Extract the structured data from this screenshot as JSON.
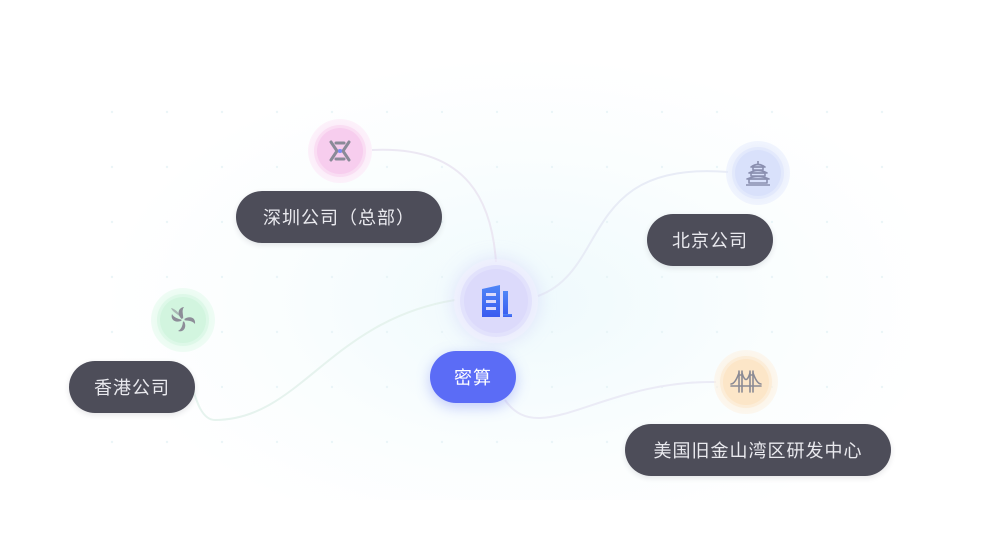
{
  "diagram": {
    "center": {
      "label": "密算",
      "icon": "office-building-icon",
      "color": "#5b6cf6"
    },
    "offices": [
      {
        "id": "sz",
        "label": "深圳公司（总部）",
        "icon": "metro-logo-icon",
        "color": "#f7cdee"
      },
      {
        "id": "bj",
        "label": "北京公司",
        "icon": "temple-of-heaven-icon",
        "color": "#d9e1fb"
      },
      {
        "id": "hk",
        "label": "香港公司",
        "icon": "bauhinia-flower-icon",
        "color": "#d2f5df"
      },
      {
        "id": "sf",
        "label": "美国旧金山湾区研发中心",
        "icon": "golden-gate-bridge-icon",
        "color": "#fce6c8"
      }
    ]
  }
}
